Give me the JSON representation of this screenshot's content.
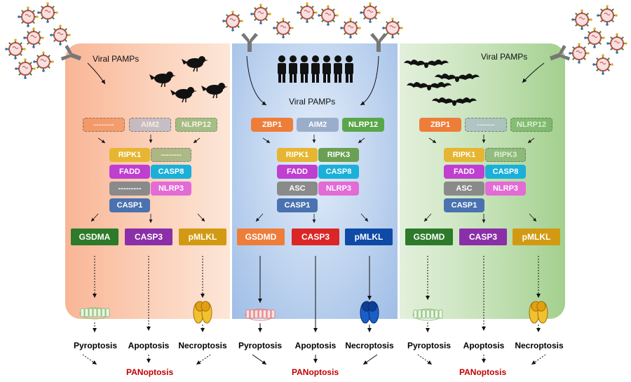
{
  "left": {
    "pamp_label": "Viral PAMPs",
    "sensors": [
      "--------",
      "AIM2",
      "NLRP12"
    ],
    "complex": [
      "RIPK1",
      "--------",
      "FADD",
      "CASP8",
      "---------",
      "NLRP3",
      "CASP1"
    ],
    "effectors": [
      "GSDMA",
      "CASP3",
      "pMLKL"
    ],
    "outcomes": [
      "Pyroptosis",
      "Apoptosis",
      "Necroptosis"
    ],
    "panoptosis": "PANoptosis"
  },
  "middle": {
    "pamp_label": "Viral PAMPs",
    "sensors": [
      "ZBP1",
      "AIM2",
      "NLRP12"
    ],
    "complex": [
      "RIPK1",
      "RIPK3",
      "FADD",
      "CASP8",
      "ASC",
      "NLRP3",
      "CASP1"
    ],
    "effectors": [
      "GSDMD",
      "CASP3",
      "pMLKL"
    ],
    "outcomes": [
      "Pyroptosis",
      "Apoptosis",
      "Necroptosis"
    ],
    "panoptosis": "PANoptosis"
  },
  "right": {
    "pamp_label": "Viral PAMPs",
    "sensors": [
      "ZBP1",
      "-------",
      "NLRP12"
    ],
    "complex": [
      "RIPK1",
      "RIPK3",
      "FADD",
      "CASP8",
      "ASC",
      "NLRP3",
      "CASP1"
    ],
    "effectors": [
      "GSDMD",
      "CASP3",
      "pMLKL"
    ],
    "outcomes": [
      "Pyroptosis",
      "Apoptosis",
      "Necroptosis"
    ],
    "panoptosis": "PANoptosis"
  },
  "icons": [
    "virus-icon",
    "receptor-icon",
    "bird-icon",
    "human-group-icon",
    "bat-icon",
    "gasdermin-pore-icon",
    "mlkl-pore-icon"
  ],
  "colors": {
    "zbp1": "#ee7d3a",
    "aim2": "#9aaecb",
    "nlrp12": "#5aa64a",
    "ripk1": "#e6b632",
    "ripk3": "#6aa053",
    "fadd": "#bf3fd1",
    "casp8": "#1ab0d9",
    "asc": "#8a8a8a",
    "nlrp3": "#e36bd6",
    "casp1": "#4a72b0",
    "gsdma": "#2d7a2a",
    "casp3_left": "#8a2fa8",
    "pmlkl_left": "#d29a12",
    "gsdmd_mid": "#ee7d3a",
    "casp3_mid": "#dc2626",
    "pmlkl_mid": "#0e4aa6",
    "gsdmd_right": "#2d7a2a",
    "casp3_right": "#8a2fa8",
    "pmlkl_right": "#d29a12",
    "panoptosis": "#c00000"
  }
}
